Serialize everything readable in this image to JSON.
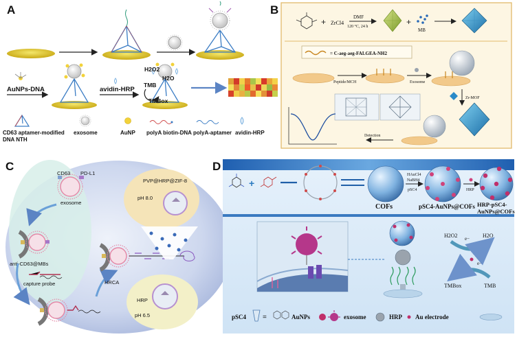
{
  "panel_a": {
    "letter": "A",
    "labels": {
      "aunps_dna": "AuNPs-DNA",
      "avidin_hrp": "avidin-HRP",
      "h2o2": "H2O2",
      "h2o": "H2O",
      "tmb": "TMB",
      "tmbox": "TMBox"
    },
    "legend": [
      {
        "icon": "tetrahedron-icon",
        "label": "CD63 aptamer-modified DNA NTH"
      },
      {
        "icon": "exosome-icon",
        "label": "exosome"
      },
      {
        "icon": "aunp-icon",
        "label": "AuNP"
      },
      {
        "icon": "polya-biotin-dna-icon",
        "label": "polyA biotin-DNA"
      },
      {
        "icon": "polya-aptamer-icon",
        "label": "polyA-aptamer"
      },
      {
        "icon": "avidin-hrp-icon",
        "label": "avidin-HRP"
      }
    ],
    "heatmap_colors": [
      [
        "#e0a33a",
        "#d33a2a",
        "#f2d14a",
        "#e67a2e",
        "#a9c64a",
        "#f1e05a",
        "#d83a2a",
        "#e9a53a",
        "#f3d24a"
      ],
      [
        "#f1df5a",
        "#e4863a",
        "#c9d14a",
        "#ef5a2a",
        "#e8c04a",
        "#cf3a2a",
        "#f0d65a",
        "#98bd45",
        "#e98a36"
      ],
      [
        "#d7432b",
        "#f0cf4c",
        "#e9b043",
        "#b9c84a",
        "#e26a2c",
        "#f4e05c",
        "#e3913a",
        "#cd3c2b",
        "#c5cf4c"
      ]
    ]
  },
  "panel_b": {
    "letter": "B",
    "reaction": {
      "reagent": "ZrCl4",
      "solvent": "DMF",
      "conditions": "120 °C, 24 h",
      "mb": "MB"
    },
    "peptide": "C-aeg-aeg-FALGEA-NH2",
    "steps": {
      "peptide_mch": "Peptide/MCH",
      "exosome": "Exosome",
      "zr_mof": "Zr-MOF",
      "detection": "Detection"
    }
  },
  "panel_c": {
    "letter": "C",
    "labels": {
      "cd63": "CD63",
      "pdl1": "PD-L1",
      "exosome": "exosome",
      "beads": "anti-CD63@MBs",
      "capture_probe": "capture probe",
      "hrca": "HRCA",
      "zif": "PVP@HRP@ZIF-8",
      "ph_high": "pH 8.0",
      "ph_low": "pH 6.5",
      "hrp": "HRP"
    }
  },
  "panel_d": {
    "letter": "D",
    "labels": {
      "haucl4": "HAuCl4",
      "nabh4": "NaBH4",
      "psc4_arrow": "pSC4",
      "hrp_arrow": "HRP",
      "cofs": "COFs",
      "psc4_aunps_cofs": "pSC4-AuNPs@COFs",
      "hrp_line1": "HRP-pSC4-",
      "hrp_line2": "AuNPs@COFs",
      "h2o2": "H2O2",
      "h2o": "H2O",
      "electron": "e−",
      "tmbox": "TMBox",
      "tmb": "TMB"
    },
    "legend": [
      {
        "icon": "psc4-icon",
        "label": "pSC4"
      },
      {
        "icon": "aunps-icon",
        "label": "AuNPs"
      },
      {
        "icon": "exosome-icon",
        "label": "exosome"
      },
      {
        "icon": "hrp-icon",
        "label": "HRP"
      },
      {
        "icon": "au-electrode-icon",
        "label": "Au electrode"
      }
    ]
  }
}
